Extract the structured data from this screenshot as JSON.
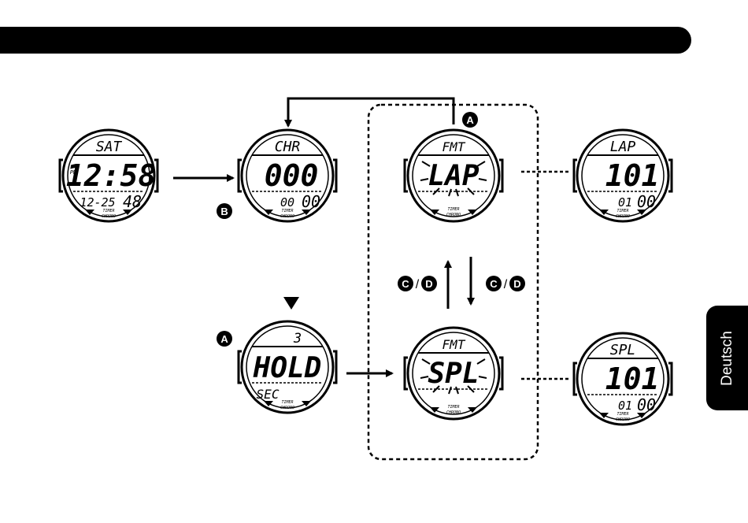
{
  "language_tab": "Deutsch",
  "watches": {
    "time": {
      "day": "SAT",
      "ampm": "PM",
      "time": "12:58",
      "date": "12-25",
      "seconds": "48",
      "timer_label": "TIMER",
      "chrono_label": "CHRONO"
    },
    "chrono": {
      "mode": "CHR",
      "main": "000",
      "sub_left": "00",
      "sub_right": "00",
      "timer_label": "TIMER",
      "chrono_label": "CHRONO"
    },
    "fmt_lap": {
      "top": "FMT",
      "main": "LAP",
      "timer_label": "TIMER",
      "chrono_label": "CHRONO"
    },
    "lap": {
      "mode": "LAP",
      "main": "101",
      "sub_left": "01",
      "sub_right": "00",
      "timer_label": "TIMER",
      "chrono_label": "CHRONO"
    },
    "hold": {
      "top_right": "3",
      "main": "HOLD",
      "sub": "SEC",
      "timer_label": "TIMER",
      "chrono_label": "CHRONO"
    },
    "fmt_spl": {
      "top": "FMT",
      "main": "SPL",
      "timer_label": "TIMER",
      "chrono_label": "CHRONO"
    },
    "spl": {
      "mode": "SPL",
      "main": "101",
      "sub_left": "01",
      "sub_right": "00",
      "timer_label": "TIMER",
      "chrono_label": "CHRONO"
    }
  },
  "buttons": {
    "a_top": "A",
    "a_hold": "A",
    "b": "B",
    "cd_left_c": "C",
    "cd_left_d": "D",
    "cd_right_c": "C",
    "cd_right_d": "D",
    "slash": "/"
  }
}
